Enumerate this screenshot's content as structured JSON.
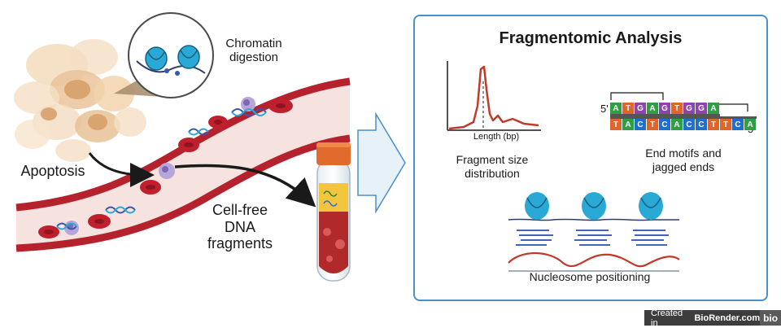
{
  "left": {
    "chromatin_label": "Chromatin\ndigestion",
    "apoptosis_label": "Apoptosis",
    "cfdna_label": "Cell-free\nDNA\nfragments"
  },
  "panel": {
    "title": "Fragmentomic Analysis",
    "size_plot": {
      "xlabel": "Length (bp)",
      "caption": "Fragment size\ndistribution"
    },
    "motifs": {
      "top_strand": [
        "A",
        "T",
        "G",
        "A",
        "G",
        "T",
        "G",
        "G",
        "A"
      ],
      "bottom_strand": [
        "T",
        "A",
        "C",
        "T",
        "C",
        "A",
        "C",
        "C",
        "T",
        "T",
        "C",
        "A"
      ],
      "prime_top": "5'",
      "prime_bottom": "5'",
      "caption": "End motifs and\njagged ends"
    },
    "nucleosome": {
      "caption": "Nucleosome positioning"
    }
  },
  "colors": {
    "panel_border": "#4a90c9",
    "vessel_red": "#b5222e",
    "vessel_inner": "#f6e3df",
    "nucleosome": "#2aa9d6",
    "size_curve": "#c0392b",
    "read_lines": "#2a4db0",
    "base_A": "#2f9e44",
    "base_T": "#e0652a",
    "base_G": "#8e44ad",
    "base_C": "#1f6fd1"
  },
  "credit": {
    "prefix": "Created in",
    "brand": "BioRender.com",
    "logo": "bio"
  }
}
